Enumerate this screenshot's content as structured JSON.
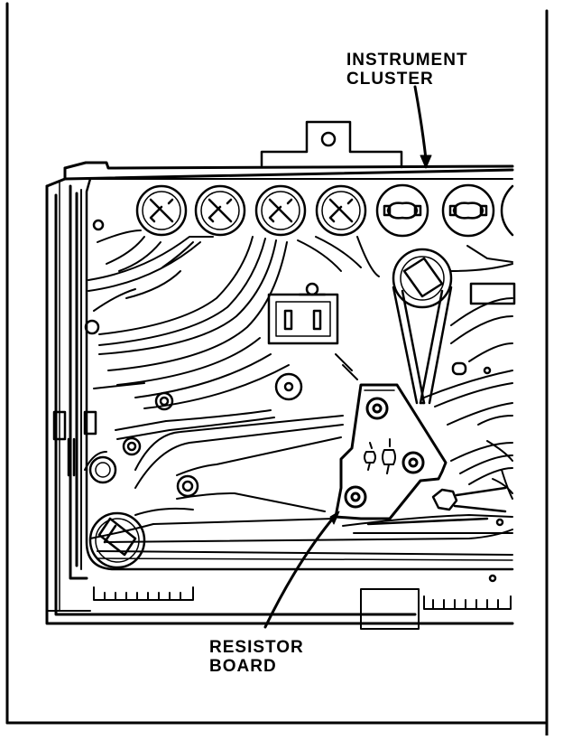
{
  "labels": {
    "instrument_cluster": {
      "line1": "INSTRUMENT",
      "line2": "CLUSTER"
    },
    "resistor_board": {
      "line1": "RESISTOR",
      "line2": "BOARD"
    }
  },
  "colors": {
    "ink": "#000000",
    "paper": "#ffffff"
  }
}
